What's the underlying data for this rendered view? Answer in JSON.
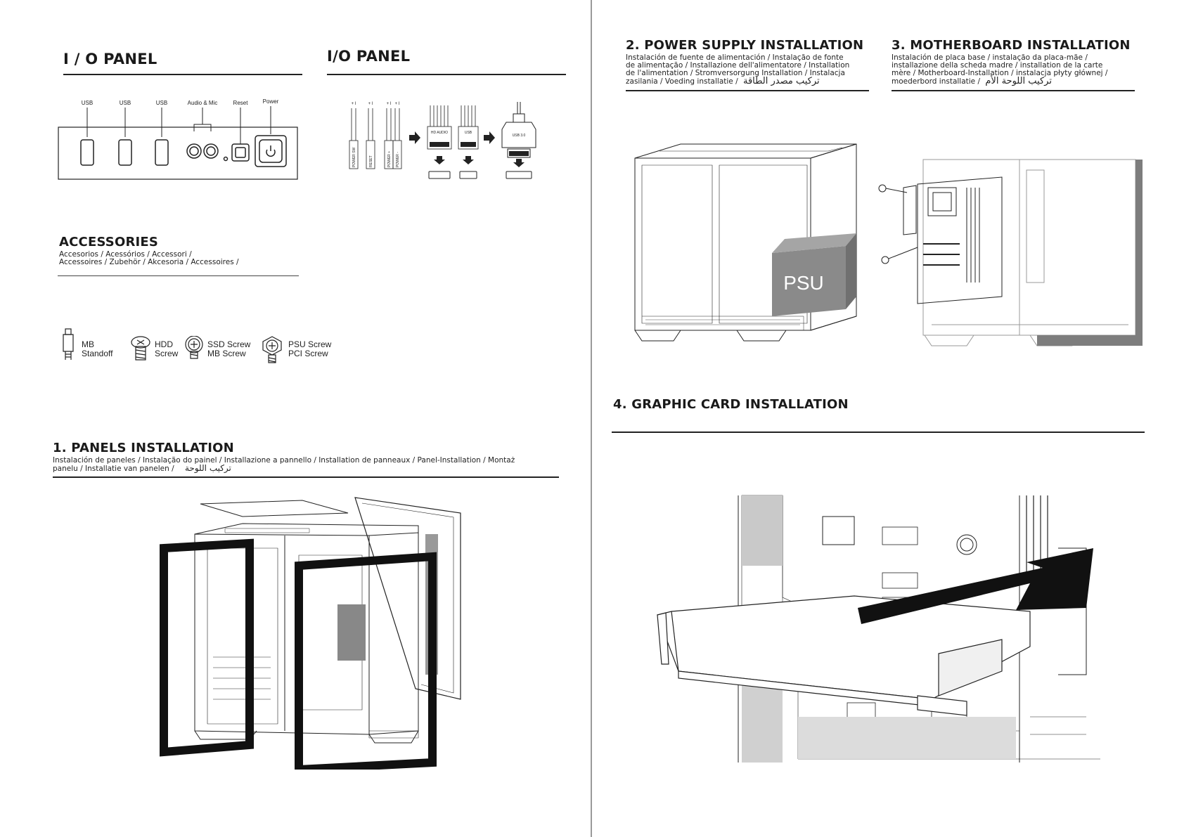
{
  "left_page": {
    "io_panel_left": {
      "title": "I / O PANEL",
      "port_labels": [
        "USB",
        "USB",
        "USB",
        "Audio & Mic",
        "Reset",
        "Power"
      ]
    },
    "io_panel_right": {
      "title": "I/O PANEL",
      "pin_labels": [
        "+ I",
        "+ I",
        "+ I",
        "+ I"
      ],
      "cable_labels": [
        "POWER SW",
        "RESET",
        "POWER +",
        "POWER -"
      ],
      "header_labels": [
        "HD AUDIO",
        "USB",
        "USB 3.0"
      ]
    },
    "accessories": {
      "title": "ACCESSORIES",
      "line1": "Accesorios / Acessórios / Accessori /",
      "line2": "Accessoires / Zubehör / Akcesoria / Accessoires /",
      "items": [
        {
          "line1": "MB",
          "line2": "Standoff"
        },
        {
          "line1": "HDD",
          "line2": "Screw"
        },
        {
          "line1": "SSD Screw",
          "line2": "MB Screw"
        },
        {
          "line1": "PSU Screw",
          "line2": "PCI Screw"
        }
      ]
    },
    "panels_installation": {
      "title": "1. PANELS INSTALLATION",
      "line1": "Instalación de paneles / Instalação do painel / Installazione a pannello / Installation de panneaux / Panel-Installation / Montaż",
      "line2": "panelu / Installatie van panelen /",
      "arabic": "تركيب اللوحة"
    }
  },
  "right_page": {
    "power_supply": {
      "title": "2. POWER SUPPLY INSTALLATION",
      "line1": "Instalación de fuente de alimentación / Instalação de fonte",
      "line2": "de alimentação / Installazione dell'alimentatore / Installation",
      "line3": "de l'alimentation / Stromversorgung Installation / Instalacja",
      "line4": "zasilania / Voeding installatie /",
      "arabic": "تركيب مصدر الطاقة",
      "psu_label": "PSU"
    },
    "motherboard": {
      "title": "3. MOTHERBOARD INSTALLATION",
      "line1": "Instalación de placa base / instalação da placa-mãe /",
      "line2": "installazione della scheda madre / installation de la carte",
      "line3": "mère / Motherboard-Installation / instalacja płyty głównej /",
      "line4": "moederbord installatie /",
      "arabic": "تركيب اللوحة الأم"
    },
    "graphic_card": {
      "title": "4. GRAPHIC CARD INSTALLATION"
    }
  }
}
